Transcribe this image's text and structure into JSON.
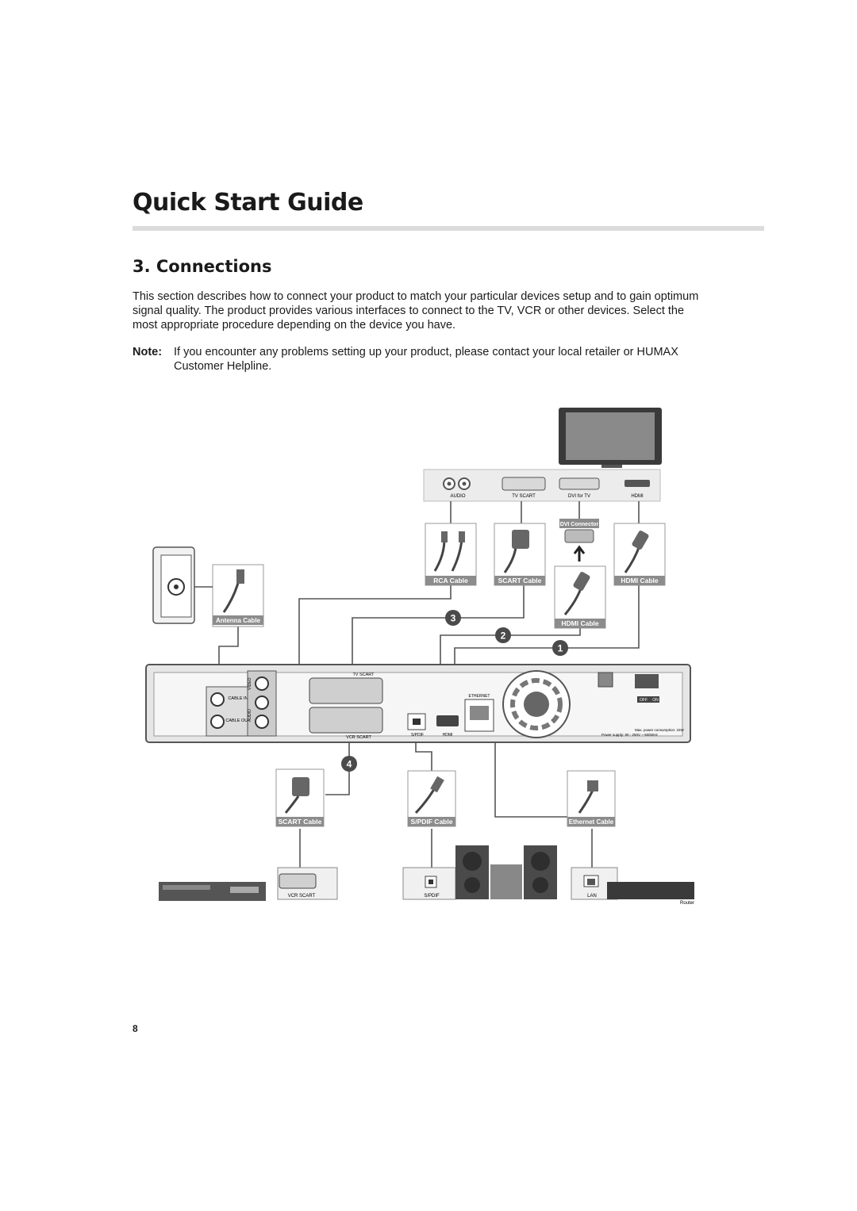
{
  "page": {
    "title": "Quick Start Guide",
    "section_title": "3. Connections",
    "intro": "This section describes how to connect your product to match your particular devices setup and to gain optimum signal quality. The product provides various interfaces to connect to the TV, VCR or other devices. Select the most appropriate procedure depending on the device you have.",
    "note_label": "Note:",
    "note_text": "If you encounter any problems setting up your product, please contact your local retailer or HUMAX  Customer Helpline.",
    "page_number": "8"
  },
  "diagram": {
    "tv_ports": {
      "audio": "AUDIO",
      "tv_scart": "TV SCART",
      "dvi": "DVI for TV",
      "hdmi": "HDMI"
    },
    "cables": {
      "rca": "RCA Cable",
      "scart_top": "SCART Cable",
      "dvi_connector": "DVI Connector",
      "hdmi_top": "HDMI Cable",
      "hdmi_mid": "HDMI Cable",
      "antenna": "Antenna Cable",
      "scart_bottom": "SCART Cable",
      "spdif": "S/PDIF Cable",
      "ethernet": "Ethernet Cable"
    },
    "steps": [
      "1",
      "2",
      "3",
      "4"
    ],
    "receiver_labels": {
      "tv_scart": "TV SCART",
      "vcr_scart": "VCR SCART",
      "video": "VIDEO",
      "audio": "AUDIO",
      "cable_in": "CABLE IN",
      "cable_out": "CABLE OUT",
      "spdif": "S/PDIF",
      "hdmi": "HDMI",
      "ethernet": "ETHERNET",
      "off": "OFF",
      "on": "ON",
      "power_info_1": "Max. power consumption: 22W",
      "power_info_2": "Power supply: 90 - 250V ~ 50/60Hz"
    },
    "device_ports": {
      "vcr_scart": "VCR SCART",
      "spdif": "S/PDIF",
      "lan": "LAN"
    },
    "router_label": "Router"
  }
}
